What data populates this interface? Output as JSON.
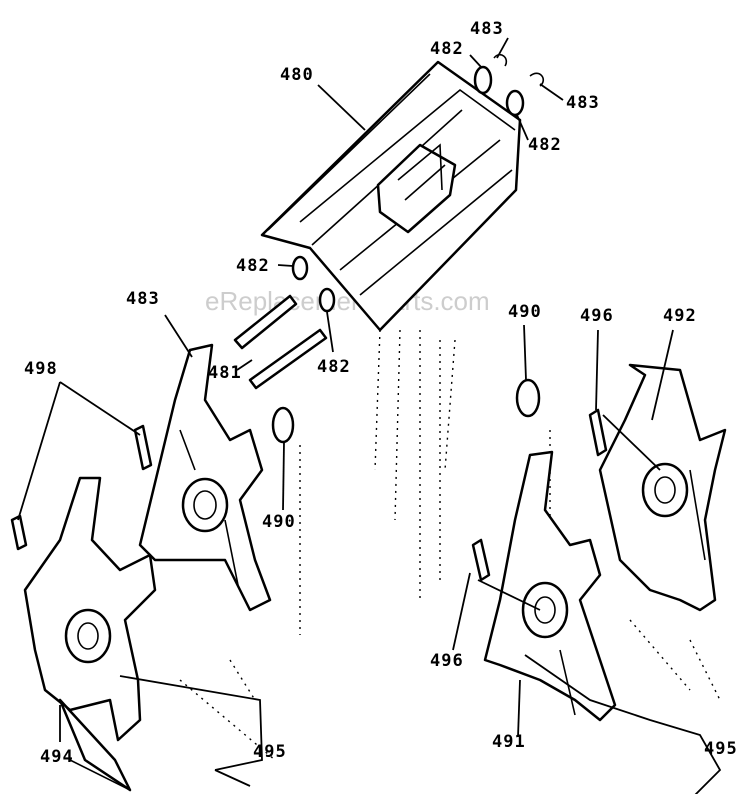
{
  "watermark": "eReplacementParts.com",
  "callouts": {
    "c480": "480",
    "c481": "481",
    "c482_top": "482",
    "c482_right": "482",
    "c482_mid": "482",
    "c482_low": "482",
    "c483_top": "483",
    "c483_right": "483",
    "c483_left": "483",
    "c490_left": "490",
    "c490_right": "490",
    "c491": "491",
    "c492": "492",
    "c494": "494",
    "c495_left": "495",
    "c495_right": "495",
    "c496_top": "496",
    "c496_low": "496",
    "c498": "498"
  }
}
